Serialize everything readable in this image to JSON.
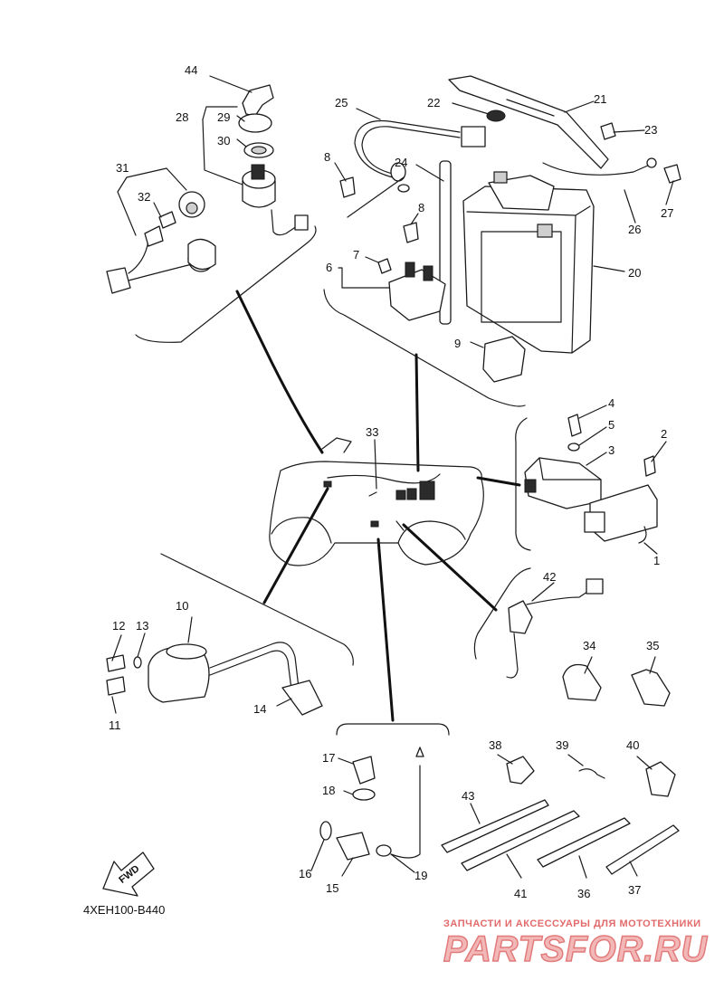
{
  "callouts": [
    "1",
    "2",
    "3",
    "4",
    "5",
    "6",
    "7",
    "8",
    "8",
    "9",
    "10",
    "11",
    "12",
    "13",
    "14",
    "15",
    "16",
    "17",
    "18",
    "19",
    "20",
    "21",
    "22",
    "23",
    "24",
    "25",
    "26",
    "27",
    "28",
    "29",
    "30",
    "31",
    "32",
    "33",
    "34",
    "35",
    "36",
    "37",
    "38",
    "39",
    "40",
    "41",
    "42",
    "43",
    "44"
  ],
  "diagram_code": "4XEH100-B440",
  "fwd_label": "FWD",
  "watermark": {
    "tagline": "ЗАПЧАСТИ И АКСЕССУАРЫ ДЛЯ МОТОТЕХНИКИ",
    "logo": "PARTSFOR.RU",
    "color": "#e26a6a"
  }
}
